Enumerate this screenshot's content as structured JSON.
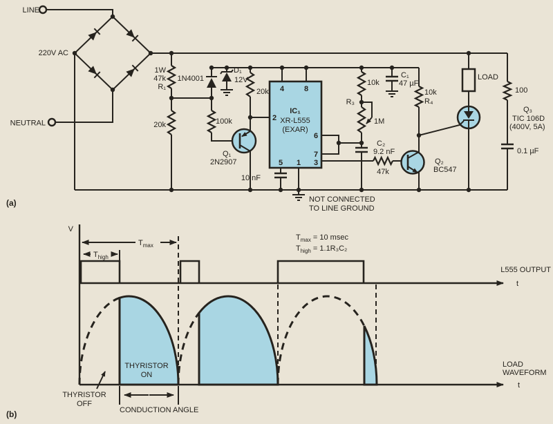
{
  "colors": {
    "paper": "#EAE4D6",
    "highlight_blue": "#A9D6E3",
    "line": "#26231E"
  },
  "a": {
    "tag": "(a)",
    "line_terminal": "LINE",
    "neutral_terminal": "NEUTRAL",
    "ac_source": "220V AC",
    "r1_power": "1W",
    "r1_value": "47k",
    "r1_name": "R₁",
    "r2_value": "20k",
    "rect_diode": "1N4001",
    "d1_name": "D₁",
    "d1_value": "12V",
    "r_pullup": "20k",
    "r_base": "100k",
    "q1_name": "Q₁",
    "q1_part": "2N2907",
    "ic_name": "IC₁",
    "ic_part": "XR-L555",
    "ic_maker": "(EXAR)",
    "pin4": "4",
    "pin8": "8",
    "pin2": "2",
    "pin6": "6",
    "pin7": "7",
    "pin5": "5",
    "pin1": "1",
    "pin3": "3",
    "c_pin5": "10 nF",
    "r_timing": "10k",
    "pot_name": "R₃",
    "pot_value": "1M",
    "c2_name": "C₂",
    "c2_value": "9.2 nF",
    "r_47k": "47k",
    "q2_name": "Q₂",
    "q2_part": "BC547",
    "c1_name": "C₁",
    "c1_value": "47 µF",
    "r4_value": "10k",
    "r4_name": "R₄",
    "load": "LOAD",
    "r_snubber": "100",
    "q3_name": "Q₃",
    "q3_part": "TIC 106D",
    "q3_rating": "(400V, 5A)",
    "c_snubber": "0.1 µF",
    "gnd_note1": "NOT CONNECTED",
    "gnd_note2": "TO LINE GROUND"
  },
  "b": {
    "tag": "(b)",
    "v_axis": "V",
    "t_axis": "t",
    "T": "T",
    "sub_max": "max",
    "sub_high": "high",
    "tmax_eq": " = 10 msec",
    "thigh_eq": " = 1.1R₃C₂",
    "output_label": "L555 OUTPUT",
    "thyristor": "THYRISTOR",
    "on": "ON",
    "off": "OFF",
    "conduction": "CONDUCTION ANGLE",
    "load_word": "LOAD",
    "waveform_word": "WAVEFORM"
  }
}
